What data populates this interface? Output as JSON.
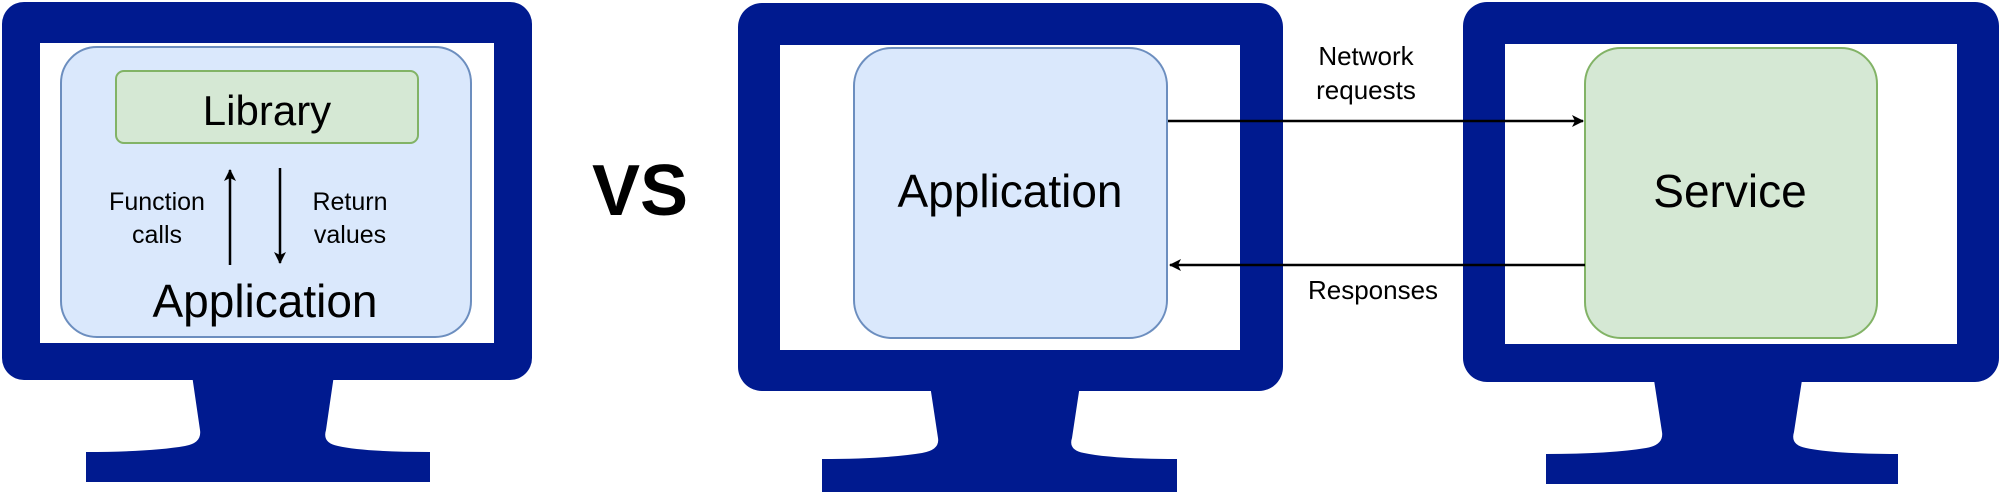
{
  "colors": {
    "monitor": "#001a8f",
    "screen": "#ffffff",
    "app_box_fill": "#dae8fc",
    "app_box_stroke": "#6c8ebf",
    "green_fill": "#d5e8d4",
    "green_stroke": "#82b366",
    "arrow": "#000000"
  },
  "left_panel": {
    "library_label": "Library",
    "application_label": "Application",
    "function_calls_line1": "Function",
    "function_calls_line2": "calls",
    "return_values_line1": "Return",
    "return_values_line2": "values"
  },
  "vs_label": "VS",
  "right_panel": {
    "application_label": "Application",
    "service_label": "Service",
    "network_requests_line1": "Network",
    "network_requests_line2": "requests",
    "responses_label": "Responses"
  },
  "icons": {
    "monitor": "monitor-icon",
    "arrow_up": "arrow-up-icon",
    "arrow_down": "arrow-down-icon",
    "arrow_right": "arrow-right-icon",
    "arrow_left": "arrow-left-icon"
  }
}
